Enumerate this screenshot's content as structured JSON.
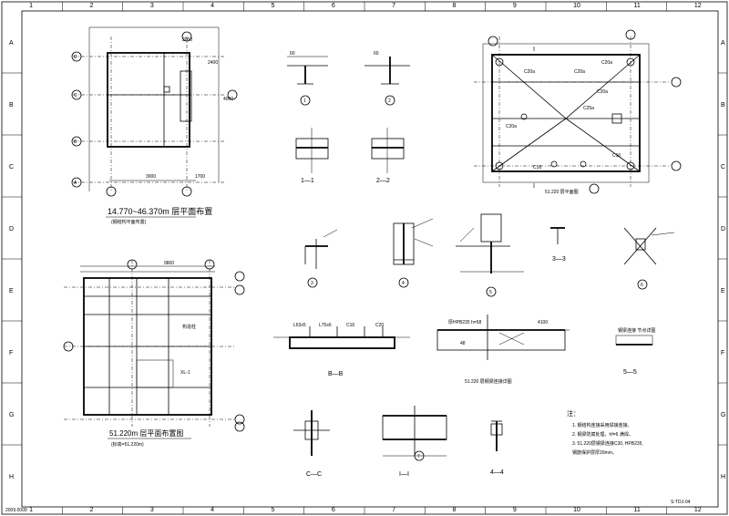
{
  "grid": {
    "columns": [
      "1",
      "2",
      "3",
      "4",
      "5",
      "6",
      "7",
      "8",
      "9",
      "10",
      "11",
      "12"
    ],
    "rows": [
      "A",
      "B",
      "C",
      "D",
      "E",
      "F",
      "G",
      "H"
    ]
  },
  "views": {
    "plan_upper_title": "14.770~46.370m 层平面布置",
    "plan_upper_note": "(钢结构平面布置)",
    "plan_lower_title": "51.220m 层平面布置图",
    "plan_lower_note": "(标高=51.220m)",
    "roof_title": "51.220 层平面图",
    "detail_title": "51.220 层钢梁连接详图",
    "side_title": "钢梁连接 节点详图"
  },
  "sections": {
    "s1": "1—1",
    "s2": "2—2",
    "s3": "3—3",
    "s5": "5—5",
    "sB": "B—B",
    "sC": "C—C",
    "s4b": "4—4",
    "sI": "I—I"
  },
  "callouts": [
    "1",
    "2",
    "3",
    "4",
    "5",
    "6",
    "7"
  ],
  "axes": {
    "col_left": "②",
    "col_right": "③",
    "row_d": "D",
    "row_c": "C",
    "row_b": "B",
    "row_a": "A"
  },
  "members": [
    "C20a",
    "C20a",
    "C20a",
    "C20a",
    "C20a",
    "C25a",
    "C25a",
    "C16",
    "C16",
    "L63x5",
    "L75x6"
  ],
  "notes": {
    "heading": "注：",
    "items": [
      "1. 钢结构连接采用焊接连接。",
      "2. 钢梁防腐处理，hf=6  满焊。",
      "3. 51.220层钢梁连接C30, HPB235,",
      "   钢筋保护层厚20mm。"
    ]
  },
  "sheet_number": "2009.0009",
  "drawing_code": "S-TDJ-04"
}
